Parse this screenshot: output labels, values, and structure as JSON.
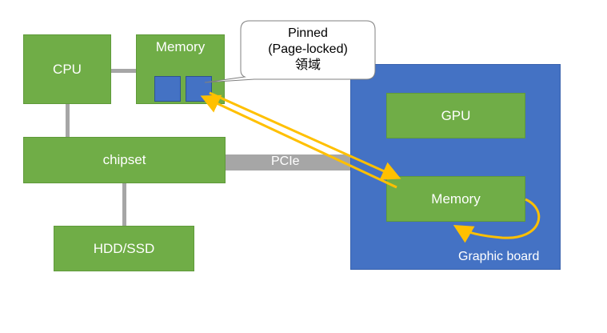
{
  "nodes": {
    "cpu": "CPU",
    "memory_host": "Memory",
    "chipset": "chipset",
    "storage": "HDD/SSD",
    "gpu": "GPU",
    "memory_device": "Memory",
    "graphic_board": "Graphic board"
  },
  "bus": {
    "pcie": "PCIe"
  },
  "callout": {
    "line1": "Pinned",
    "line2": "(Page-locked)",
    "line3": "領域"
  },
  "colors": {
    "component_green": "#70ad47",
    "board_blue": "#4472c4",
    "bus_gray": "#a6a6a6",
    "transfer_arrow": "#ffc000"
  }
}
